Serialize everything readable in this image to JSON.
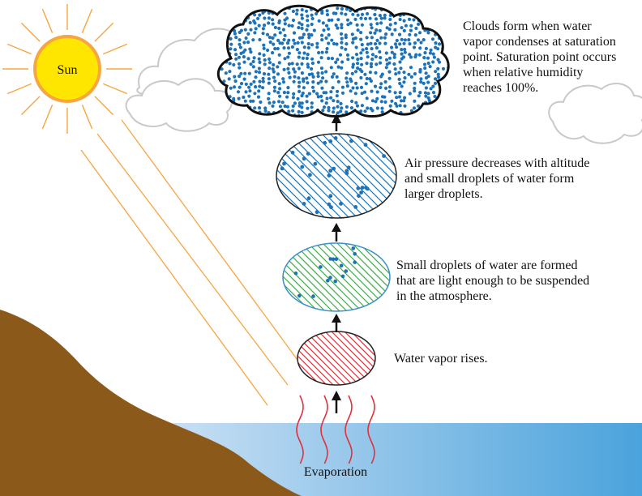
{
  "sun": {
    "label": "Sun",
    "fill_color": "#ffe600",
    "ray_color": "#f7a540"
  },
  "evaporation": {
    "label": "Evaporation",
    "wave_color": "#e0303a"
  },
  "water": {
    "gradient_start": "#cfe2f5",
    "gradient_end": "#4aa3dc"
  },
  "land": {
    "color": "#8b5a1a"
  },
  "stages": [
    {
      "id": "water-vapor",
      "lines": [
        "Water vapor rises."
      ],
      "hatch_color": "#e0303a",
      "outline_color": "#222222",
      "dots": false
    },
    {
      "id": "small-droplets",
      "lines": [
        "Small droplets of water are formed",
        "that are light enough to be suspended",
        "in the atmosphere."
      ],
      "hatch_color": "#3cae4a",
      "outline_color": "#3a8fc8",
      "dots": true
    },
    {
      "id": "larger-droplets",
      "lines": [
        "Air pressure decreases with altitude",
        "and small droplets of water form",
        "larger droplets."
      ],
      "hatch_color": "#1e73b8",
      "outline_color": "#222222",
      "dots": true
    },
    {
      "id": "cloud",
      "lines": [
        "Clouds form when water",
        "vapor condenses at saturation",
        "point. Saturation point occurs",
        "when relative humidity",
        "reaches 100%."
      ],
      "dot_color": "#1e73b8",
      "outline_color": "#111111"
    }
  ],
  "colors": {
    "arrow": "#111111",
    "dot": "#1e73b8",
    "ghost_cloud": "#c9c9c9"
  }
}
